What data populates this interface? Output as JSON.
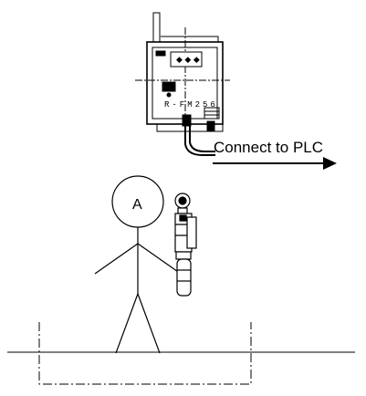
{
  "diagram": {
    "connection_label": "Connect to PLC",
    "person_label": "A",
    "device_model_text": "R-FM256",
    "colors": {
      "line": "#000000",
      "background": "#ffffff"
    }
  }
}
